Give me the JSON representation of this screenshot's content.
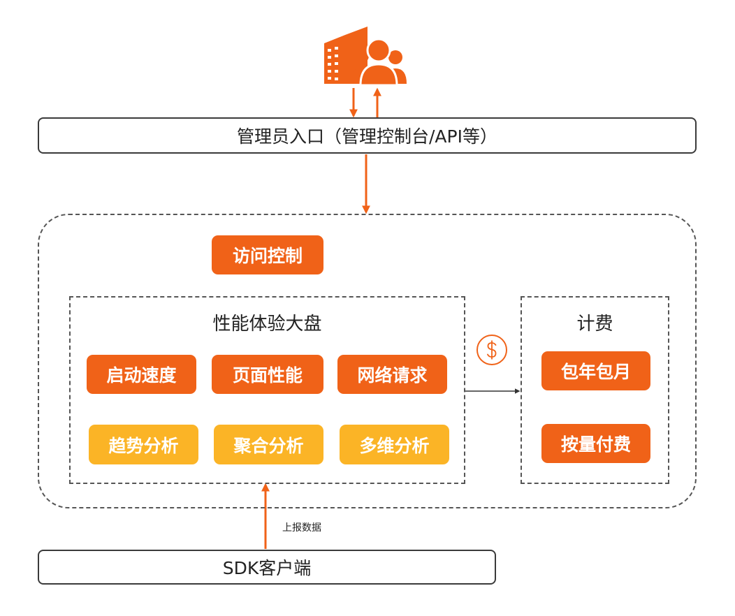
{
  "admin_entry": {
    "label": "管理员入口（管理控制台/API等）"
  },
  "access_control": {
    "label": "访问控制"
  },
  "dashboard": {
    "title": "性能体验大盘",
    "metrics": [
      "启动速度",
      "页面性能",
      "网络请求"
    ],
    "analysis": [
      "趋势分析",
      "聚合分析",
      "多维分析"
    ]
  },
  "billing": {
    "title": "计费",
    "options": [
      "包年包月",
      "按量付费"
    ]
  },
  "upload_label": "上报数据",
  "sdk_client": {
    "label": "SDK客户端"
  },
  "icons": {
    "top": "building-users-icon",
    "billing_link": "dollar-icon"
  },
  "colors": {
    "orange": "#f06218",
    "yellow": "#fbb426",
    "arrow": "#f06218",
    "line": "#333333"
  }
}
